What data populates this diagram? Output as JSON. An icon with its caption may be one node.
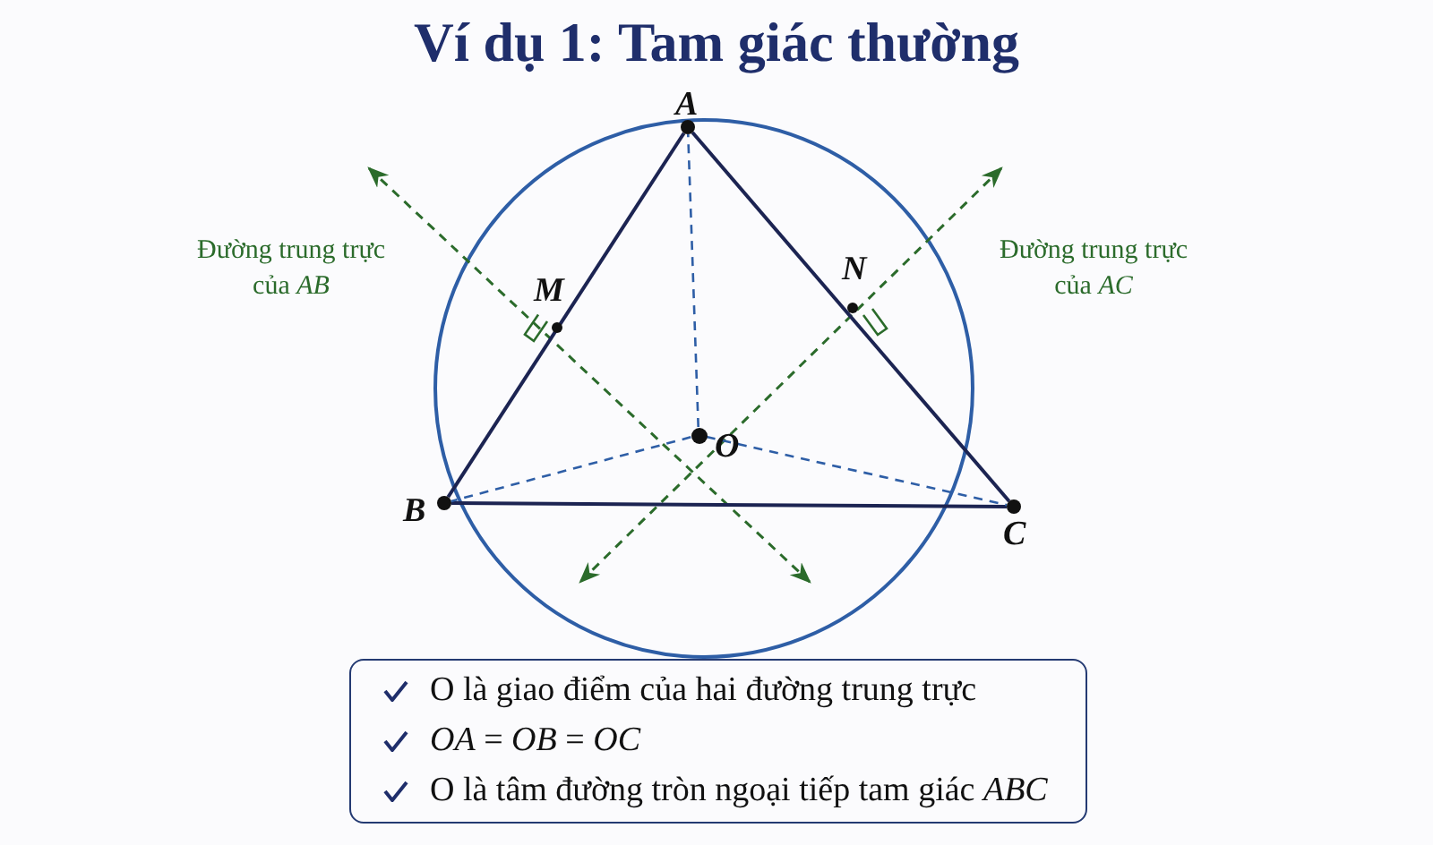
{
  "diagram": {
    "title": "Ví dụ 1: Tam giác thường",
    "nodes": [
      {
        "text": [],
        "shape": "circle",
        "beside": [
          "A"
        ]
      },
      {
        "text": [],
        "shape": "circle",
        "beside": [
          "M"
        ]
      },
      {
        "text": [],
        "shape": "circle",
        "beside": [
          "N"
        ]
      },
      {
        "text": [],
        "shape": "circle",
        "beside": [
          "O"
        ]
      },
      {
        "text": [],
        "shape": "circle",
        "beside": [
          "B"
        ]
      },
      {
        "text": [],
        "shape": "circle",
        "beside": [
          "C"
        ]
      },
      {
        "text": [
          "O là giao điểm của hai đường trung trực",
          "*OA* = *OB* = *OC*",
          "O là tâm đường tròn ngoại tiếp tam giác *ABC*"
        ]
      }
    ],
    "edges": [
      {
        "from": 0,
        "to": 4,
        "arrow": "none"
      },
      {
        "from": 4,
        "to": 5,
        "arrow": "none"
      },
      {
        "from": 5,
        "to": 0,
        "arrow": "none"
      },
      {
        "from": 3,
        "to": 0,
        "arrow": "none",
        "style": "dashed",
        "color": "#2e5ea6"
      },
      {
        "from": 3,
        "to": 4,
        "arrow": "none",
        "style": "dashed",
        "color": "#2e5ea6"
      },
      {
        "from": 3,
        "to": 5,
        "arrow": "none",
        "style": "dashed",
        "color": "#2e5ea6"
      }
    ],
    "labels": [
      "Đường trung trực của *AB*",
      "Đường trung trực của *AC*"
    ]
  }
}
